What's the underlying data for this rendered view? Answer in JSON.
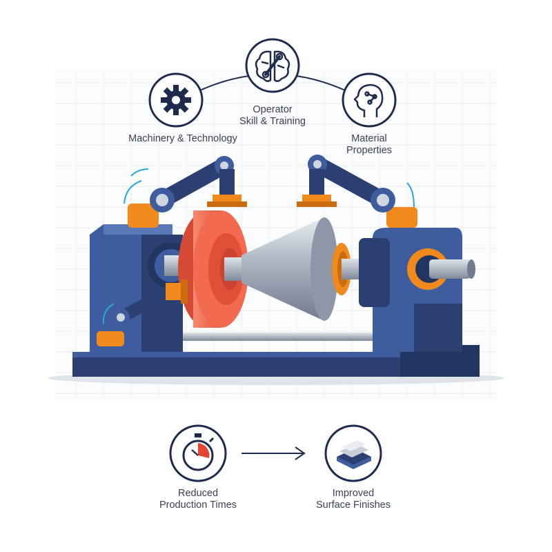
{
  "diagram": {
    "factors": [
      {
        "id": "machinery",
        "icon": "gear-icon",
        "lines": [
          "Machinery & Technology"
        ]
      },
      {
        "id": "operator",
        "icon": "brain-wrench-icon",
        "lines": [
          "Operator",
          "Skill & Training"
        ]
      },
      {
        "id": "material",
        "icon": "head-circuit-icon",
        "lines": [
          "Material",
          "Properties"
        ]
      }
    ],
    "outcomes": [
      {
        "id": "time",
        "icon": "stopwatch-icon",
        "lines": [
          "Reduced",
          "Production Times"
        ]
      },
      {
        "id": "finish",
        "icon": "layered-surface-icon",
        "lines": [
          "Improved",
          "Surface Finishes"
        ]
      }
    ],
    "colors": {
      "navy": "#1f2b4d",
      "machine_blue": "#3f5c9e",
      "machine_dark": "#2c3f73",
      "orange": "#f08a1c",
      "wheel_red": "#f26a4f",
      "steel": "#b9c0cc",
      "grid": "#e6e9ee"
    }
  }
}
